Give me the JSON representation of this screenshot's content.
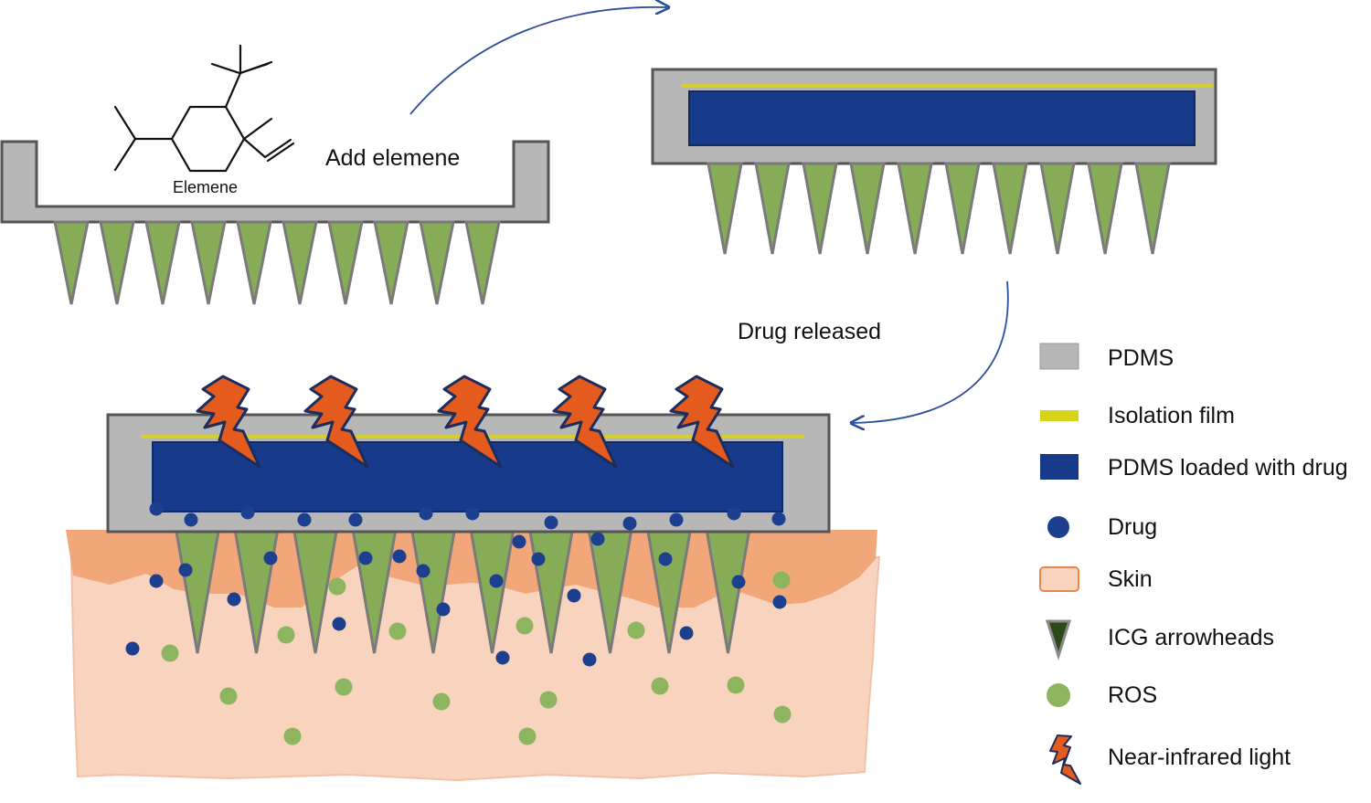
{
  "diagram": {
    "molecule_label": "Elemene",
    "step_labels": {
      "add": "Add elemene",
      "release": "Drug released"
    },
    "colors": {
      "pdms": "#b7b7b7",
      "pdms_border": "#555555",
      "isolation_film": "#d8d31a",
      "pdms_drug": "#173a8a",
      "drug": "#1d3f8f",
      "skin_light": "#f8d3bd",
      "skin_dark": "#f2a77a",
      "needle": "#86ac57",
      "ros": "#8db55f",
      "lightning": "#e55a1d",
      "lightning_border": "#1b2d5e",
      "arrow": "#2c4f9a"
    }
  },
  "legend": [
    {
      "key": "pdms",
      "label": "PDMS",
      "icon": "gray-rect"
    },
    {
      "key": "film",
      "label": "Isolation film",
      "icon": "yellow-bar"
    },
    {
      "key": "pdms_drug",
      "label": "PDMS loaded with drug",
      "icon": "blue-rect"
    },
    {
      "key": "drug",
      "label": "Drug",
      "icon": "blue-dot"
    },
    {
      "key": "skin",
      "label": "Skin",
      "icon": "skin-rect"
    },
    {
      "key": "icg",
      "label": "ICG arrowheads",
      "icon": "dark-arrowhead"
    },
    {
      "key": "ros",
      "label": "ROS",
      "icon": "green-dot"
    },
    {
      "key": "nir",
      "label": "Near-infrared light",
      "icon": "lightning-bolt"
    }
  ]
}
